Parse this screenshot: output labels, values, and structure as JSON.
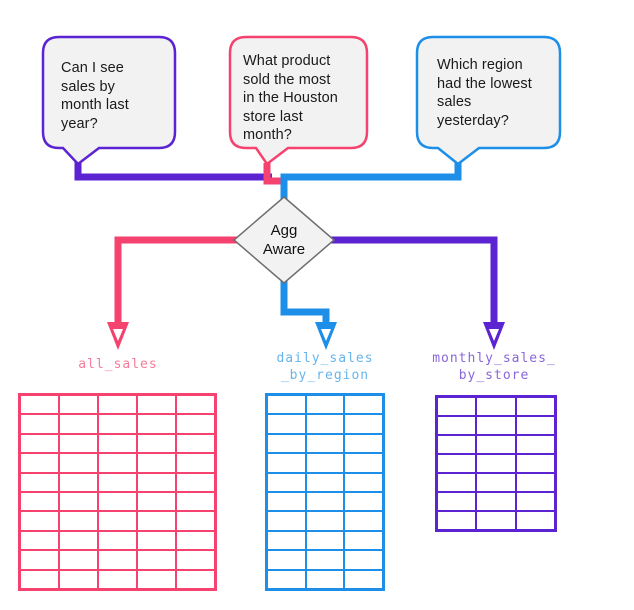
{
  "bubbles": [
    {
      "text": "Can I see\nsales by\nmonth last\nyear?"
    },
    {
      "text": "What product\nsold the most\nin the Houston\nstore last\nmonth?"
    },
    {
      "text": "Which region\nhad the lowest\nsales\nyesterday?"
    }
  ],
  "decision": {
    "label": "Agg\nAware"
  },
  "tables": [
    {
      "label": "all_sales",
      "rows": 10,
      "cols": 5,
      "color": "#f5426e",
      "label_color": "#f87b99"
    },
    {
      "label": "daily_sales\n_by_region",
      "rows": 10,
      "cols": 3,
      "color": "#1d8fe8",
      "label_color": "#67b5ea"
    },
    {
      "label": "monthly_sales_\nby_store",
      "rows": 7,
      "cols": 3,
      "color": "#5b23d1",
      "label_color": "#8a67da"
    }
  ],
  "colors": {
    "purple": "#5b23d1",
    "pink": "#f5426e",
    "blue": "#1d8fe8",
    "bubble_fill": "#f2f2f2",
    "diamond_border": "#6e6e6e",
    "diamond_fill": "#f2f2f2"
  }
}
